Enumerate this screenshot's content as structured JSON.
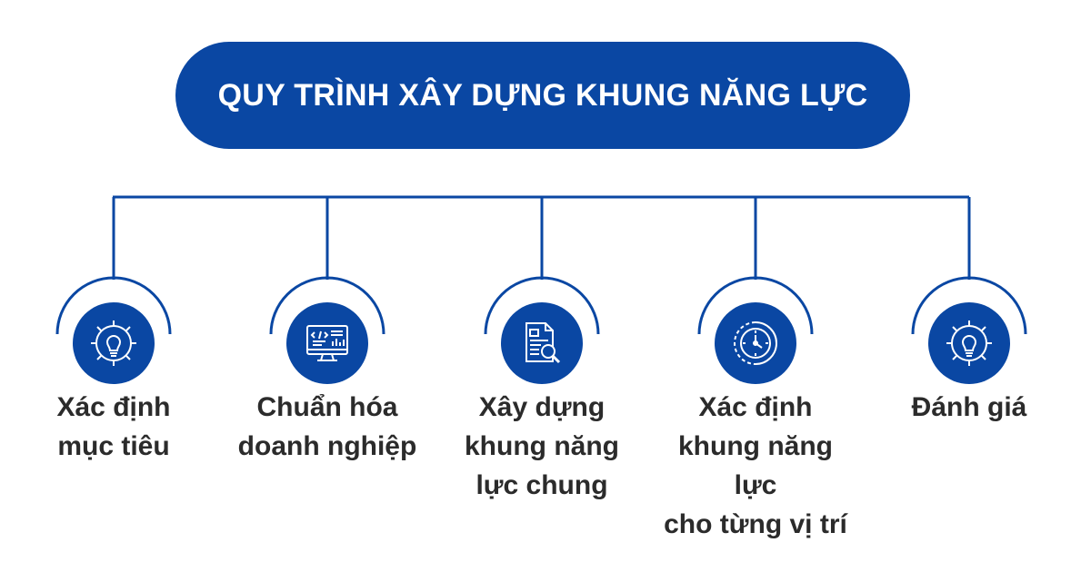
{
  "title": "QUY TRÌNH XÂY DỰNG KHUNG NĂNG LỰC",
  "colors": {
    "accent": "#0a47a3",
    "text": "#2b2b2b",
    "background": "#ffffff"
  },
  "steps": [
    {
      "lines": [
        "Xác định",
        "mục tiêu"
      ],
      "icon": "gear-lightbulb-icon"
    },
    {
      "lines": [
        "Chuẩn hóa",
        "doanh nghiệp"
      ],
      "icon": "computer-code-chart-icon"
    },
    {
      "lines": [
        "Xây dựng",
        "khung năng",
        "lực chung"
      ],
      "icon": "document-magnifier-icon"
    },
    {
      "lines": [
        "Xác định",
        "khung năng lực",
        "cho từng vị trí"
      ],
      "icon": "gear-clock-icon"
    },
    {
      "lines": [
        "Đánh giá"
      ],
      "icon": "gear-lightbulb-icon"
    }
  ]
}
